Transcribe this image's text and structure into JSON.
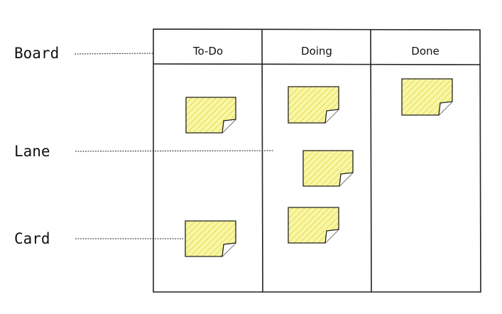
{
  "labels": {
    "board": "Board",
    "lane": "Lane",
    "card": "Card"
  },
  "columns": [
    "To-Do",
    "Doing",
    "Done"
  ],
  "colors": {
    "stroke": "#222222",
    "note_fill": "#f9f6a6",
    "note_hatch": "#e6df52"
  }
}
